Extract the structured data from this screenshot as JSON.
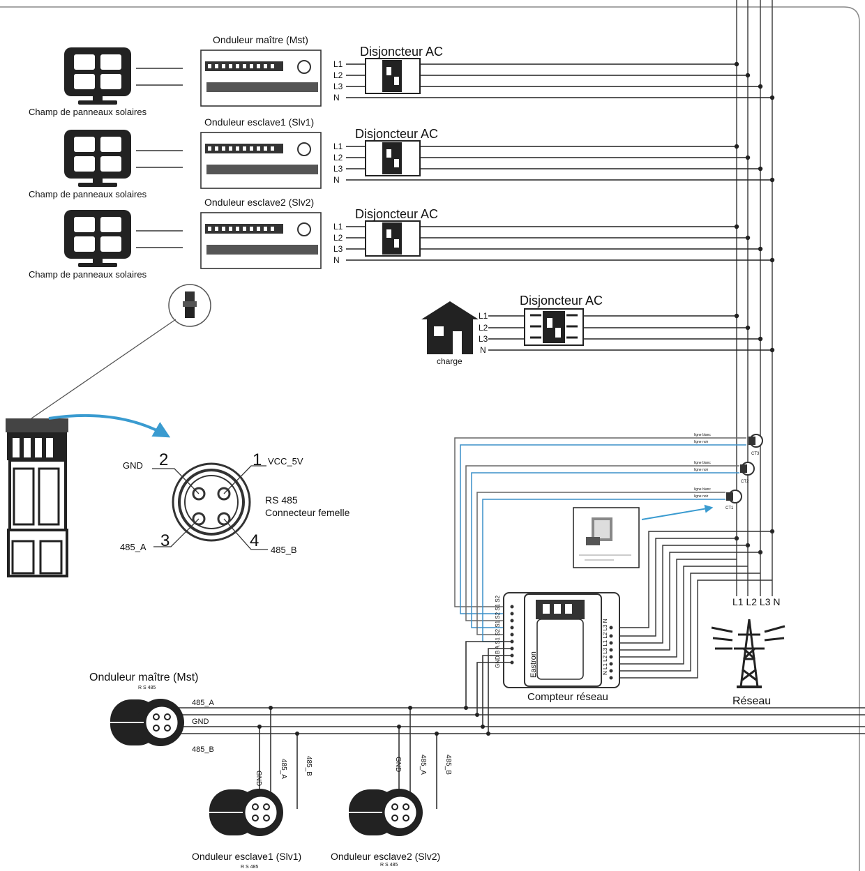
{
  "inverters": [
    {
      "title": "Onduleur maître (Mst)",
      "solar_label": "Champ de panneaux solaires",
      "breaker_label": "Disjoncteur AC"
    },
    {
      "title": "Onduleur esclave1 (Slv1)",
      "solar_label": "Champ de panneaux solaires",
      "breaker_label": "Disjoncteur AC"
    },
    {
      "title": "Onduleur esclave2 (Slv2)",
      "solar_label": "Champ de panneaux solaires",
      "breaker_label": "Disjoncteur AC"
    }
  ],
  "phases": [
    "L1",
    "L2",
    "L3",
    "N"
  ],
  "load": {
    "label": "charge",
    "breaker_label": "Disjoncteur AC"
  },
  "connector": {
    "pin1_num": "1",
    "pin1_name": "VCC_5V",
    "pin2_num": "2",
    "pin2_name": "GND",
    "pin3_num": "3",
    "pin3_name": "485_A",
    "pin4_num": "4",
    "pin4_name": "485_B",
    "desc_line1": "RS 485",
    "desc_line2": "Connecteur femelle"
  },
  "ct": {
    "labels": [
      "CT3",
      "CT2",
      "CT1"
    ],
    "wire_white": "ligne blanc",
    "wire_black": "ligne noir"
  },
  "meter": {
    "label": "Compteur réseau",
    "brand": "Eastron",
    "left_terminals": "GND B A S1 S2 S1 S2 S1 S2",
    "right_terminals": "N L1 L2 L3 L1 L2 L3 N"
  },
  "grid": {
    "label": "Réseau",
    "phases": "L1 L2 L3 N"
  },
  "bus": {
    "master_title": "Onduleur maître (Mst)",
    "master_sub": "R S 485",
    "line_485a": "485_A",
    "line_gnd": "GND",
    "line_485b": "485_B",
    "slave1_title": "Onduleur esclave1 (Slv1)",
    "slave1_sub": "R S 485",
    "slave2_title": "Onduleur esclave2 (Slv2)",
    "slave2_sub": "R S 485",
    "drop_gnd": "GND",
    "drop_485a": "485_A",
    "drop_485b": "485_B"
  }
}
